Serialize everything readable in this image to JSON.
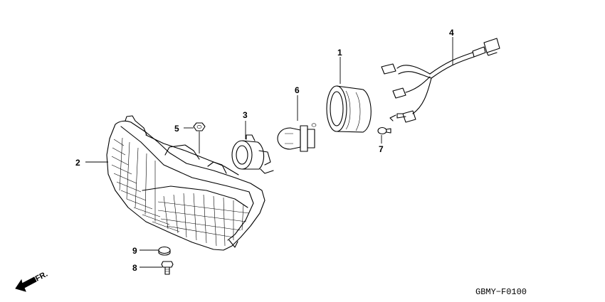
{
  "diagram_code": "GBMY−F0100",
  "direction_label": "FR.",
  "callouts": [
    {
      "id": "1"
    },
    {
      "id": "2"
    },
    {
      "id": "3"
    },
    {
      "id": "4"
    },
    {
      "id": "5"
    },
    {
      "id": "6"
    },
    {
      "id": "7"
    },
    {
      "id": "8"
    },
    {
      "id": "9"
    }
  ]
}
